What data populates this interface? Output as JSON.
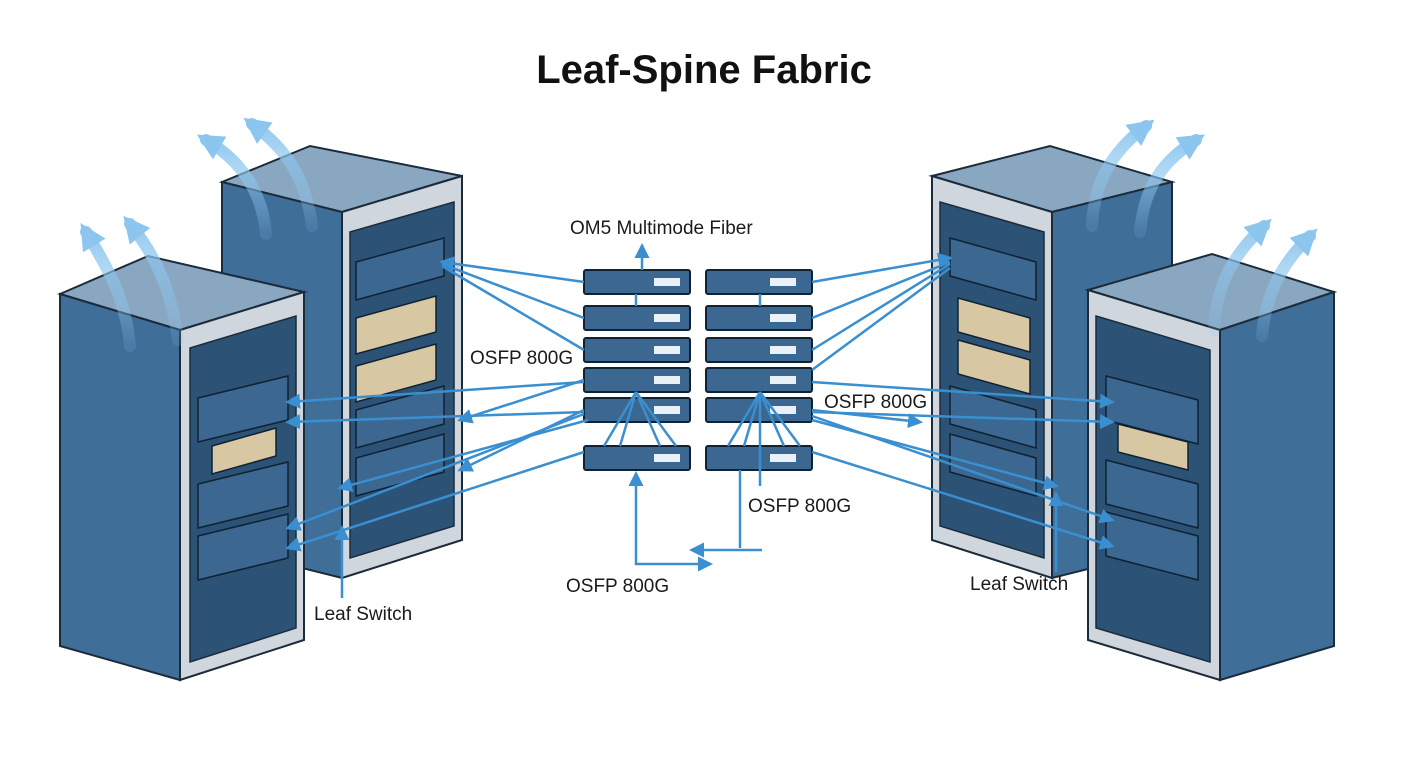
{
  "title": "Leaf-Spine Fabric",
  "labels": {
    "fiber": "OM5 Multimode Fiber",
    "osfp_left": "OSFP 800G",
    "osfp_right": "OSFP 800G",
    "osfp_center_right": "OSFP 800G",
    "osfp_bottom": "OSFP 800G",
    "leaf_left": "Leaf Switch",
    "leaf_right": "Leaf Switch"
  },
  "colors": {
    "rack_blue": "#3f6e99",
    "rack_dark": "#2c5276",
    "rack_top": "#8aa7c2",
    "frame_grey": "#cfd6dd",
    "switch_blue": "#3c6790",
    "cable_blue": "#3a8fd0",
    "airflow": "#7fbde8",
    "port_copper": "#c79a5c"
  },
  "icons": [
    "airflow-arrow-icon",
    "spine-switch-icon",
    "leaf-switch-icon",
    "server-rack-icon"
  ]
}
